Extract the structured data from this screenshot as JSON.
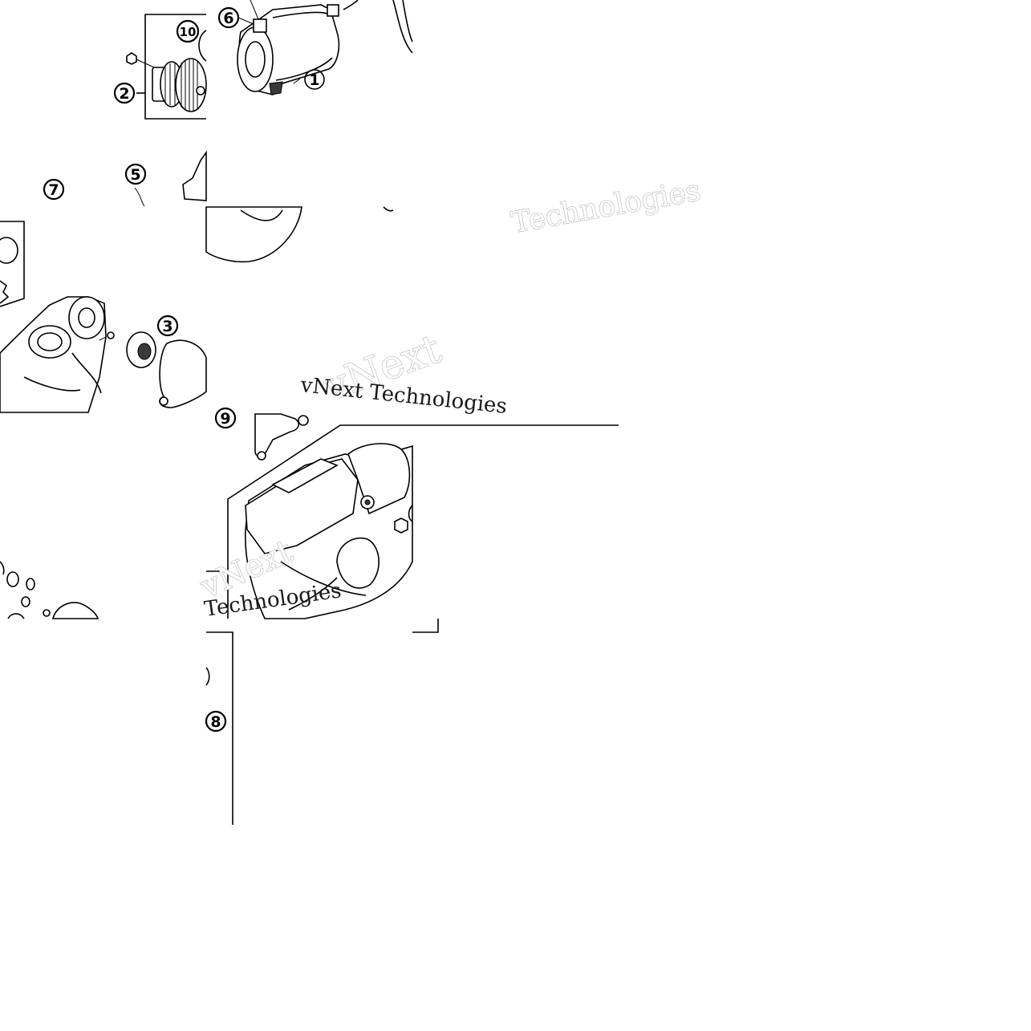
{
  "callouts": {
    "c1": "1",
    "c2": "2",
    "c3": "3",
    "c5": "5",
    "c6": "6",
    "c7": "7",
    "c8": "8",
    "c9": "9",
    "c10": "10"
  },
  "watermark": {
    "brand_large": "vNext",
    "text_line": "vNext Technologies",
    "text_fragment": "Technologies"
  },
  "colors": {
    "line": "#000000",
    "background": "#ffffff",
    "watermark_outline": "#b4b4b4"
  }
}
